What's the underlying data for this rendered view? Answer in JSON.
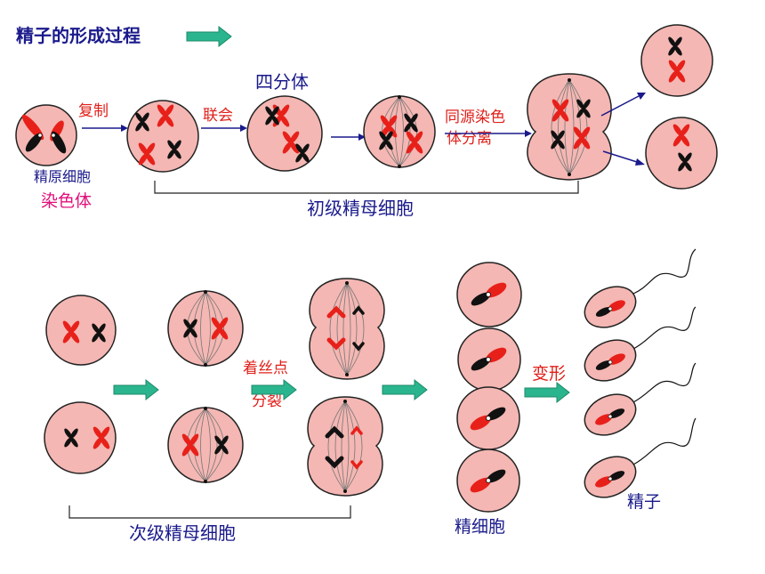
{
  "title": "精子的形成过程",
  "labels": {
    "spermatogonium": "精原细胞",
    "chromosome": "染色体",
    "replication": "复制",
    "synapsis": "联会",
    "tetrad": "四分体",
    "homolog_separation_1": "同源染色",
    "homolog_separation_2": "体分离",
    "primary_spermatocyte": "初级精母细胞",
    "centromere_split_1": "着丝点",
    "centromere_split_2": "分裂",
    "secondary_spermatocyte": "次级精母细胞",
    "spermatid": "精细胞",
    "transform": "变形",
    "sperm": "精子"
  },
  "colors": {
    "cell_fill": "#f4b7b3",
    "chrom_red": "#e8201a",
    "chrom_black": "#111111",
    "label_blue": "#1a1a8c",
    "label_red": "#e0201a",
    "label_pink": "#e0107a",
    "arrow_teal": "#2bb58e"
  }
}
